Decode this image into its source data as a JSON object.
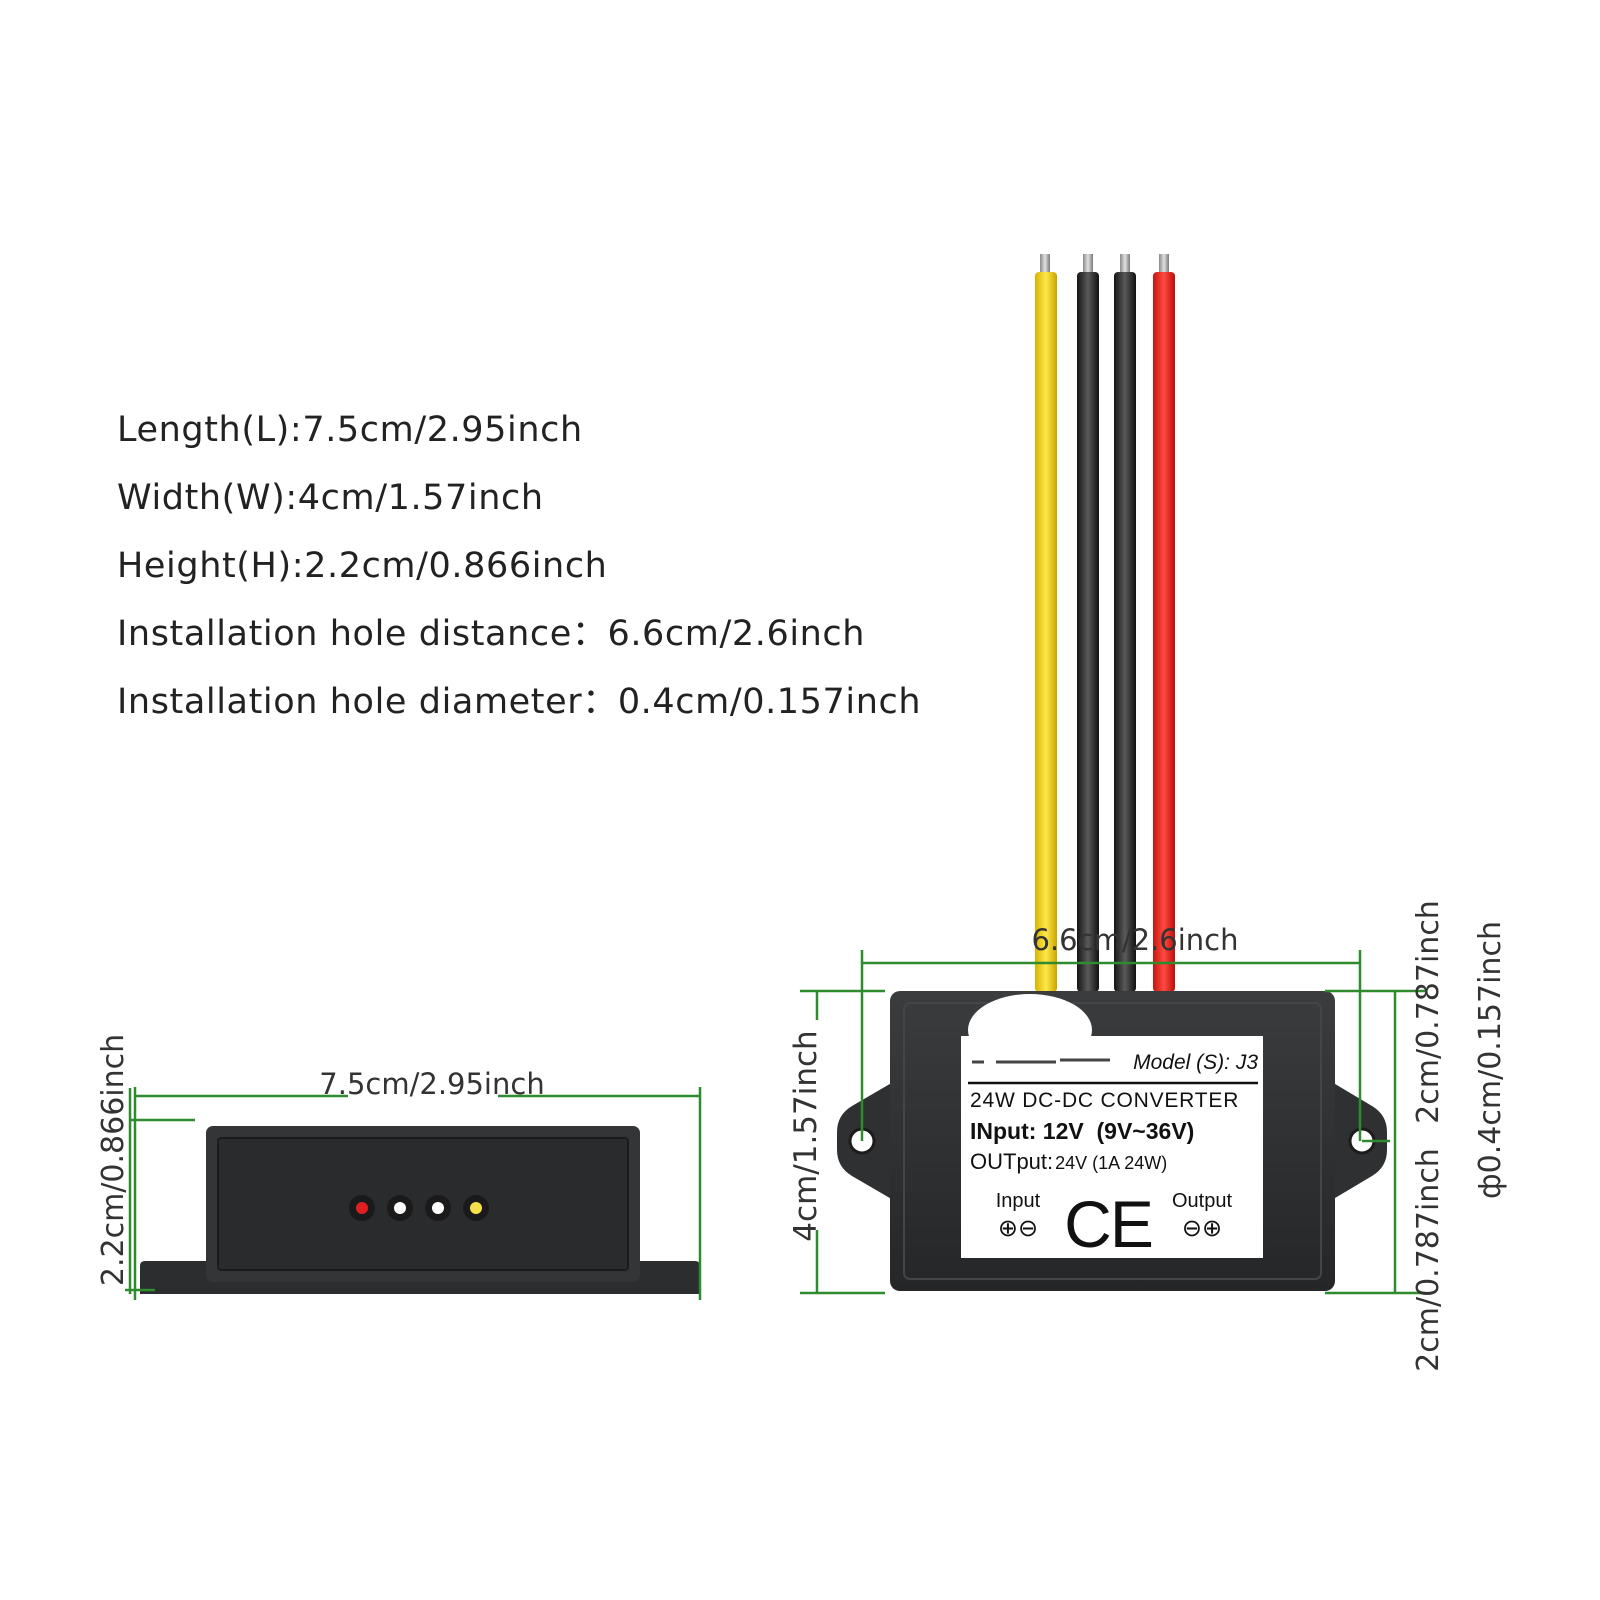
{
  "specs": [
    "Length(L):7.5cm/2.95inch",
    "Width(W):4cm/1.57inch",
    "Height(H):2.2cm/0.866inch",
    "Installation hole distance：6.6cm/2.6inch",
    "Installation hole diameter：0.4cm/0.157inch"
  ],
  "front_view": {
    "length_dim": "7.5cm/2.95inch",
    "height_dim": "2.2cm/0.866inch"
  },
  "top_view": {
    "hole_distance_dim": "6.6cm/2.6inch",
    "width_dim": "4cm/1.57inch",
    "half_width_top_dim": "2cm/0.787inch",
    "half_width_bottom_dim": "2cm/0.787inch",
    "hole_diameter_dim": "ф0.4cm/0.157inch"
  },
  "label": {
    "model": "Model (S):  J3",
    "title": "24W DC-DC CONVERTER",
    "input_line": "INput: 12V  (9V~36V)",
    "output_line_prefix": "OUTput:",
    "output_line_value": "24V (1A 24W)",
    "input_label": "Input",
    "input_polarity": "⊕⊖",
    "ce_mark": "CE",
    "output_label": "Output",
    "output_polarity": "⊖⊕"
  },
  "wire_colors": [
    "#f2d21c",
    "#2b2b2b",
    "#2b2b2b",
    "#e8231f"
  ],
  "led_colors": [
    "#e02020",
    "#ffffff",
    "#ffffff",
    "#f5e14a"
  ],
  "dimension_line_color": "#2e8b2e",
  "housing_color": "#2f3133"
}
